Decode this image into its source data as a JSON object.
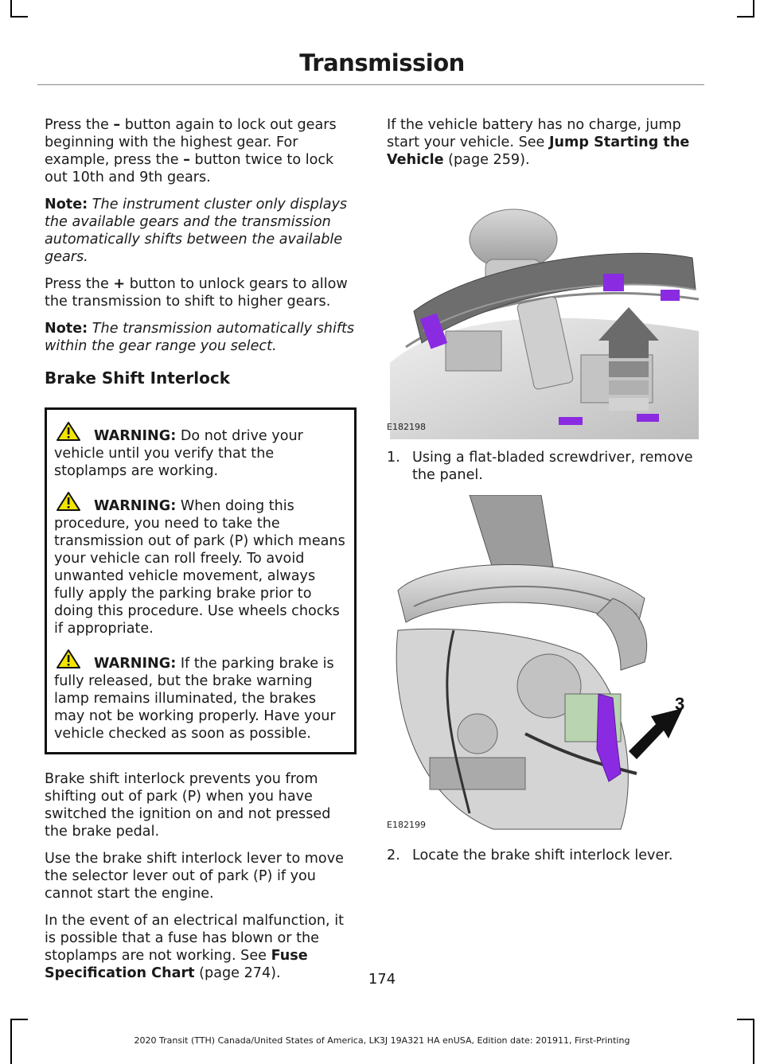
{
  "header": {
    "title": "Transmission"
  },
  "left": {
    "para1_a": "Press the ",
    "para1_sym1": "–",
    "para1_b": " button again to lock out gears beginning with the highest gear. For example, press the ",
    "para1_sym2": "–",
    "para1_c": " button twice to lock out 10th and 9th gears.",
    "note1_label": "Note:",
    "note1_text": "The instrument cluster only displays the available gears and the transmission automatically shifts between the available gears.",
    "para2_a": "Press the ",
    "para2_sym": "+",
    "para2_b": " button to unlock gears to allow the transmission to shift to higher gears.",
    "note2_label": "Note:",
    "note2_text": "The transmission automatically shifts within the gear range you select.",
    "section_heading": "Brake Shift Interlock",
    "warnings": [
      {
        "label": "WARNING:",
        "text": "Do not drive your vehicle until you verify that the stoplamps are working."
      },
      {
        "label": "WARNING:",
        "text": "When doing this procedure, you need to take the transmission out of park (P) which means your vehicle can roll freely. To avoid unwanted vehicle movement, always fully apply the parking brake prior to doing this procedure. Use wheels chocks if appropriate."
      },
      {
        "label": "WARNING:",
        "text": "If the parking brake is fully released, but the brake warning lamp remains illuminated, the brakes may not be working properly. Have your vehicle checked as soon as possible."
      }
    ],
    "para3": "Brake shift interlock prevents you from shifting out of park (P) when you have switched the ignition on and not pressed the brake pedal.",
    "para4": "Use the brake shift interlock lever to move the selector lever out of park (P) if you cannot start the engine.",
    "para5_a": "In the event of an electrical malfunction, it is possible that a fuse has blown or the stoplamps are not working.  See ",
    "para5_link": "Fuse Specification Chart",
    "para5_b": " (page 274)."
  },
  "right": {
    "para1_a": "If the vehicle battery has no charge, jump start your vehicle.  See ",
    "para1_link": "Jump Starting the Vehicle",
    "para1_b": " (page 259).",
    "figure1_code": "E182198",
    "step1_num": "1.",
    "step1_text": "Using a flat-bladed screwdriver, remove the panel.",
    "figure2_code": "E182199",
    "figure2_callout": "3",
    "step2_num": "2.",
    "step2_text": "Locate the brake shift interlock lever."
  },
  "page_number": "174",
  "footer": "2020 Transit (TTH) Canada/United States of America, LK3J 19A321 HA enUSA, Edition date: 201911, First-Printing"
}
